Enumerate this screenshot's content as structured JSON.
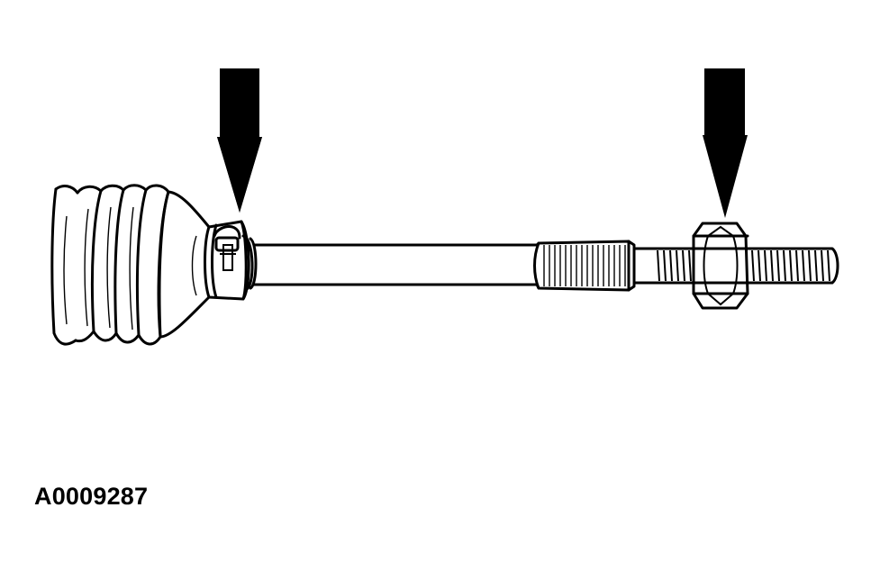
{
  "figure": {
    "caption": "A0009287",
    "colors": {
      "line": "#000000",
      "background": "#ffffff"
    },
    "components": [
      "boot",
      "clamp",
      "shaft",
      "splines",
      "threads",
      "nut"
    ],
    "arrows": [
      "clamp-arrow",
      "nut-arrow"
    ]
  }
}
